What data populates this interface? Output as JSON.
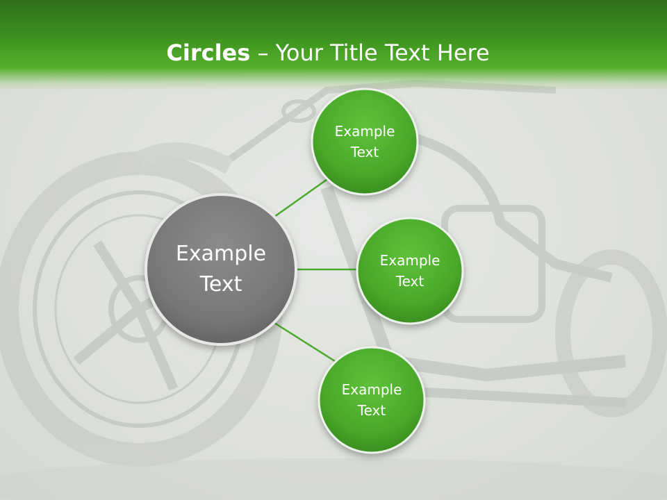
{
  "title": {
    "bold": "Circles",
    "separator": " – ",
    "rest": "Your Title Text Here"
  },
  "diagram": {
    "center": {
      "label": "Example\nText"
    },
    "nodes": [
      {
        "label": "Example\nText"
      },
      {
        "label": "Example\nText"
      },
      {
        "label": "Example\nText"
      }
    ]
  },
  "colors": {
    "accent_green": "#4caf2b",
    "title_green": "#3f951f",
    "center_gray": "#7a7b7b",
    "connector": "#4aa82a"
  }
}
